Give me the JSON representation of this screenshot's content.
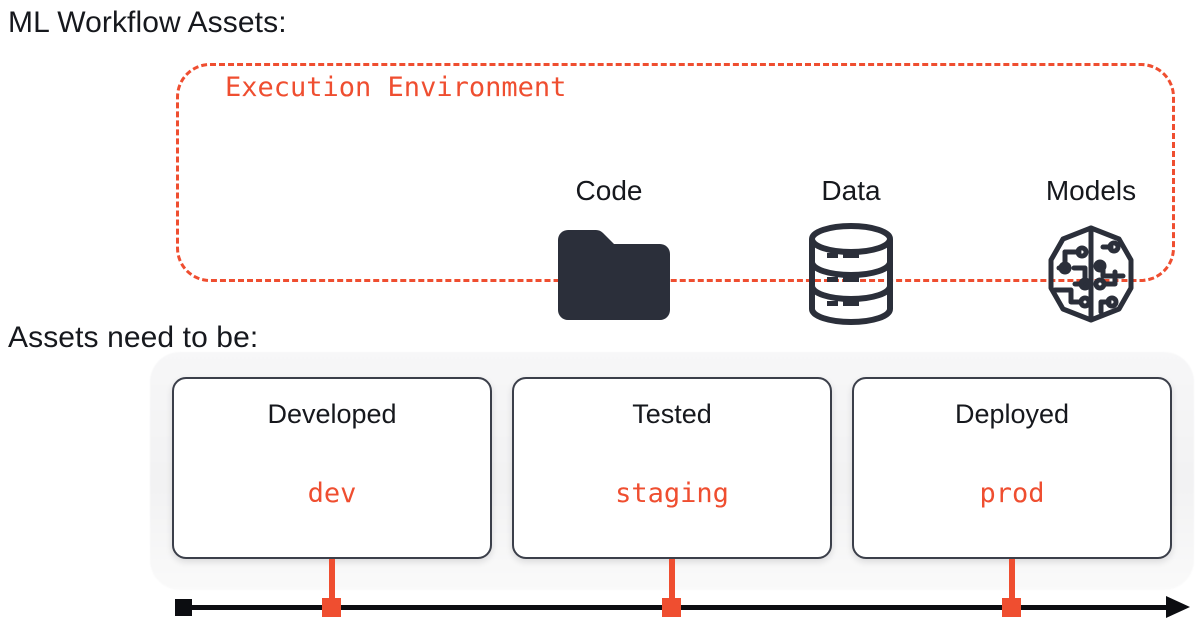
{
  "page": {
    "background_color": "#ffffff",
    "accent_color": "#ef4e30",
    "text_color": "#16181d",
    "icon_color": "#2b2f3a"
  },
  "headings": {
    "assets": "ML Workflow Assets:",
    "need_to_be": "Assets need to be:"
  },
  "execution_environment": {
    "title": "Execution Environment",
    "border_color": "#ef4e30",
    "border_style": "dashed",
    "assets": [
      {
        "label": "Code",
        "icon": "folder-icon"
      },
      {
        "label": "Data",
        "icon": "database-icon"
      },
      {
        "label": "Models",
        "icon": "brain-circuit-icon"
      }
    ]
  },
  "stages": [
    {
      "title": "Developed",
      "environment": "dev"
    },
    {
      "title": "Tested",
      "environment": "staging"
    },
    {
      "title": "Deployed",
      "environment": "prod"
    }
  ],
  "timeline": {
    "start_marker": "square",
    "end_marker": "arrow",
    "axis_color": "#0c0d11",
    "marker_color": "#ef4e30",
    "marker_count": 3
  }
}
